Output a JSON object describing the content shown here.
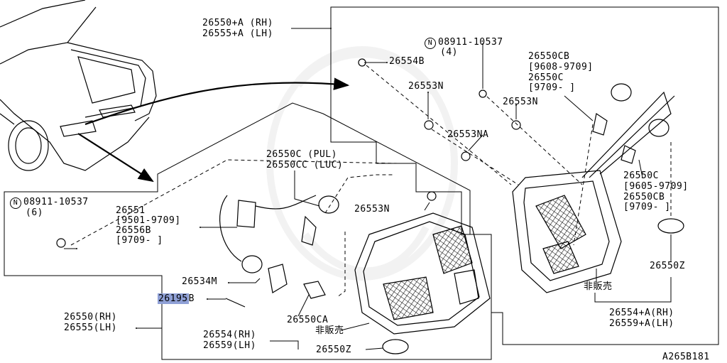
{
  "colors": {
    "line": "#000000",
    "highlight": "#8fa0d6",
    "background": "#ffffff",
    "watermark": "#e6e6e6"
  },
  "labels": {
    "p26550A": "26550+A (RH)",
    "p26555A": "26555+A (LH)",
    "nut_top_symbol": "N",
    "nut_top": "08911-10537",
    "nut_top_qty": "(4)",
    "p26554B": "26554B",
    "p26553N_a": "26553N",
    "p26553N_b": "26553N",
    "p26553NA": "26553NA",
    "p26550CB_top": "26550CB",
    "date_9608_9709": "[9608-9709]",
    "p26550C_top": "26550C",
    "date_9709_top": "[9709-    ]",
    "p26550C_pul": "26550C  (PUL)",
    "p26550CC_luc": "26550CC (LUC)",
    "p26553N_c": "26553N",
    "p26550C_right": "26550C",
    "date_9605_9709": "[9605-9709]",
    "p26550CB_right": "26550CB",
    "date_9709_right": "[9709-    ]",
    "nut_left_symbol": "N",
    "nut_left": "08911-10537",
    "nut_left_qty": "(6)",
    "p26551": "26551",
    "date_9501_9709": "[9501-9709]",
    "p26556B": "26556B",
    "date_9709_left": "[9709-    ]",
    "p26550Z_right": "26550Z",
    "not_for_sale_right": "非販売",
    "p26554A_rh": "26554+A(RH)",
    "p26559A_lh": "26559+A(LH)",
    "p26534M": "26534M",
    "p26195_hl": "26195",
    "p26195_suffix": "B",
    "p26550CA": "26550CA",
    "p26550_rh": "26550(RH)",
    "p26555_lh": "26555(LH)",
    "p26554_rh": "26554(RH)",
    "p26559_lh": "26559(LH)",
    "not_for_sale_bottom": "非販売",
    "p26550Z_bottom": "26550Z",
    "diagram_code": "A265B181"
  }
}
